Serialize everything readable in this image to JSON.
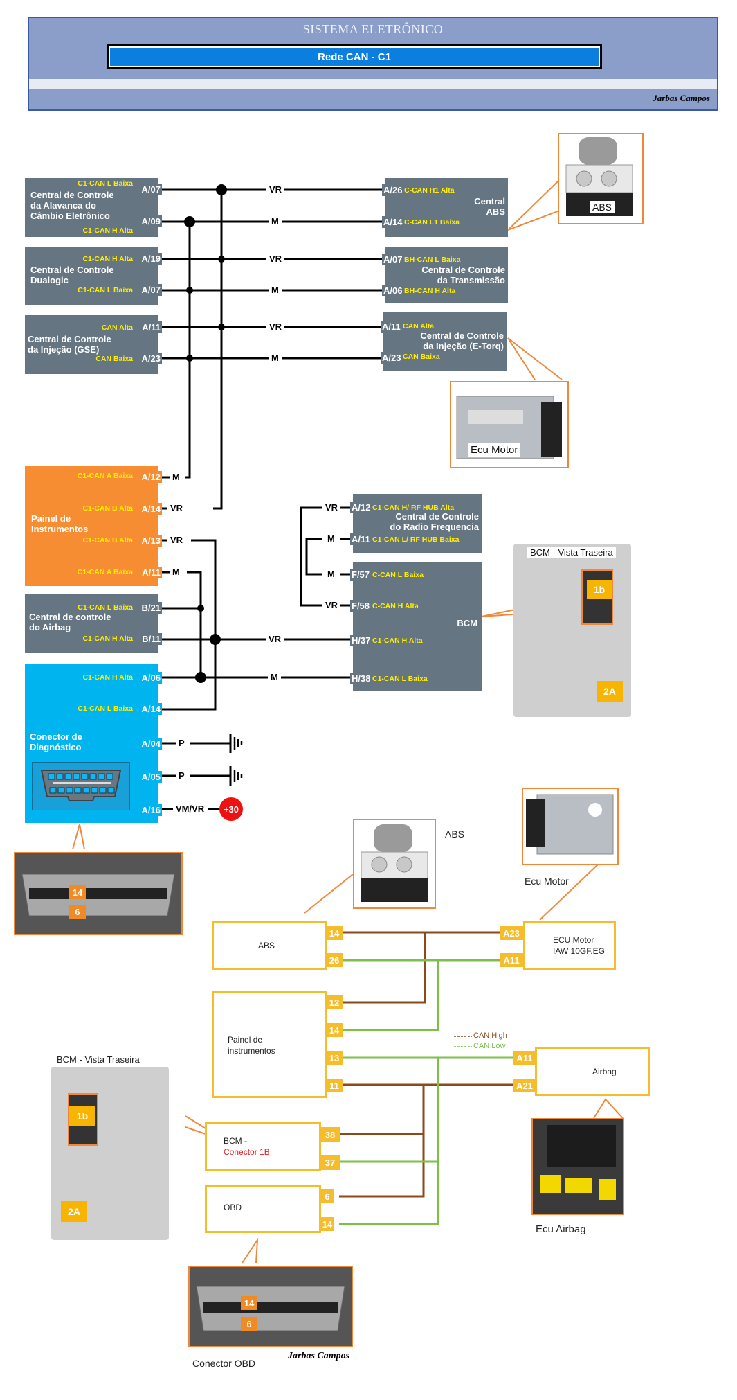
{
  "header": {
    "title": "SISTEMA ELETRÔNICO",
    "subtitle": "Rede CAN - C1",
    "author": "Jarbas Campos"
  },
  "wire_colors": {
    "vr": "VR",
    "m": "M",
    "p": "P",
    "vmvr": "VM/VR"
  },
  "colors": {
    "module_gray": "#657581",
    "module_orange": "#f68d33",
    "module_blue": "#00b4f0",
    "signal_yellow": "#ffee00",
    "can_high": "#8b4a1c",
    "can_low": "#7cc04a",
    "box_border": "#f5bd2b",
    "callout": "#f0883a",
    "battery_red": "#ee1111"
  },
  "left_modules": [
    {
      "name": "Central de Controle da Alavanca do Câmbio Eletrônico",
      "name_lines": [
        "Central de Controle",
        "da Alavanca do",
        "Câmbio Eletrônico"
      ],
      "pins": [
        {
          "pin": "A/07",
          "signal": "C1-CAN L Baixa",
          "wire": "VR"
        },
        {
          "pin": "A/09",
          "signal": "C1-CAN H Alta",
          "wire": "M"
        }
      ]
    },
    {
      "name": "Central de Controle Dualogic",
      "name_lines": [
        "Central de Controle",
        "Dualogic"
      ],
      "pins": [
        {
          "pin": "A/19",
          "signal": "C1-CAN H Alta",
          "wire": "VR"
        },
        {
          "pin": "A/07",
          "signal": "C1-CAN L Baixa",
          "wire": "M"
        }
      ]
    },
    {
      "name": "Central de Controle da Injeção (GSE)",
      "name_lines": [
        "Central de Controle",
        "da Injeção (GSE)"
      ],
      "pins": [
        {
          "pin": "A/11",
          "signal": "CAN Alta",
          "wire": "VR"
        },
        {
          "pin": "A/23",
          "signal": "CAN Baixa",
          "wire": "M"
        }
      ]
    },
    {
      "name": "Painel de Instrumentos",
      "name_lines": [
        "Painel de",
        "Instrumentos"
      ],
      "pins": [
        {
          "pin": "A/12",
          "signal": "C1-CAN A Baixa",
          "wire": "M"
        },
        {
          "pin": "A/14",
          "signal": "C1-CAN B Alta",
          "wire": "VR"
        },
        {
          "pin": "A/13",
          "signal": "C1-CAN B Alta",
          "wire": "VR"
        },
        {
          "pin": "A/11",
          "signal": "C1-CAN A Baixa",
          "wire": "M"
        }
      ]
    },
    {
      "name": "Central de controle do Airbag",
      "name_lines": [
        "Central de controle",
        "do Airbag"
      ],
      "pins": [
        {
          "pin": "B/21",
          "signal": "C1-CAN L Baixa"
        },
        {
          "pin": "B/11",
          "signal": "C1-CAN H Alta"
        }
      ]
    },
    {
      "name": "Conector de Diagnóstico",
      "name_lines": [
        "Conector de",
        "Diagnóstico"
      ],
      "pins": [
        {
          "pin": "A/06",
          "signal": "C1-CAN H Alta"
        },
        {
          "pin": "A/14",
          "signal": "C1-CAN L Baixa"
        },
        {
          "pin": "A/04",
          "signal": "",
          "wire": "P"
        },
        {
          "pin": "A/05",
          "signal": "",
          "wire": "P"
        },
        {
          "pin": "A/16",
          "signal": "",
          "wire": "VM/VR"
        }
      ]
    }
  ],
  "right_modules": [
    {
      "name": "Central ABS",
      "name_lines": [
        "Central",
        "ABS"
      ],
      "pins": [
        {
          "pin": "A/26",
          "signal": "C-CAN H1 Alta",
          "wire": "VR"
        },
        {
          "pin": "A/14",
          "signal": "C-CAN L1 Baixa",
          "wire": "M"
        }
      ]
    },
    {
      "name": "Central de Controle da Transmissão",
      "name_lines": [
        "Central de Controle",
        "da Transmissão"
      ],
      "pins": [
        {
          "pin": "A/07",
          "signal": "BH-CAN L Baixa",
          "wire": "VR"
        },
        {
          "pin": "A/06",
          "signal": "BH-CAN H Alta",
          "wire": "M"
        }
      ]
    },
    {
      "name": "Central de Controle da Injeção (E-Torq)",
      "name_lines": [
        "Central de Controle",
        "da Injeção (E-Torq)"
      ],
      "pins": [
        {
          "pin": "A/11",
          "signal": "CAN Alta",
          "wire": "VR"
        },
        {
          "pin": "A/23",
          "signal": "CAN Baixa",
          "wire": "M"
        }
      ]
    },
    {
      "name": "Central de Controle do Radio Frequencia",
      "name_lines": [
        "Central de Controle",
        "do Radio Frequencia"
      ],
      "pins": [
        {
          "pin": "A/12",
          "signal": "C1-CAN H/ RF HUB Alta",
          "wire": "VR"
        },
        {
          "pin": "A/11",
          "signal": "C1-CAN L/ RF HUB Baixa",
          "wire": "M"
        }
      ]
    },
    {
      "name": "BCM",
      "name_lines": [
        "BCM"
      ],
      "pins": [
        {
          "pin": "F/57",
          "signal": "C-CAN L Baixa",
          "wire": "M"
        },
        {
          "pin": "F/58",
          "signal": "C-CAN H Alta",
          "wire": "VR"
        },
        {
          "pin": "H/37",
          "signal": "C1-CAN H Alta",
          "wire": "VR"
        },
        {
          "pin": "H/38",
          "signal": "C1-CAN L Baixa",
          "wire": "M"
        }
      ]
    }
  ],
  "battery": {
    "label": "+30"
  },
  "photos": {
    "abs_top": {
      "caption": "ABS"
    },
    "ecu_motor_top": {
      "caption": "Ecu Motor"
    },
    "bcm_top": {
      "caption": "BCM - Vista Traseira",
      "tags": [
        "1b",
        "2A"
      ]
    },
    "obd_top": {
      "tags": [
        "14",
        "6"
      ]
    },
    "abs_bottom": {
      "caption": "ABS"
    },
    "ecu_motor_bottom": {
      "caption": "Ecu Motor"
    },
    "bcm_bottom": {
      "caption": "BCM - Vista Traseira",
      "tags": [
        "1b",
        "2A"
      ]
    },
    "ecu_airbag": {
      "caption": "Ecu Airbag"
    },
    "obd_bottom": {
      "caption": "Conector OBD",
      "tags": [
        "14",
        "6"
      ]
    }
  },
  "simplified": {
    "boxes": [
      {
        "id": "abs",
        "label_lines": [
          "ABS"
        ],
        "pins": [
          "14",
          "26"
        ]
      },
      {
        "id": "ecu",
        "label_lines": [
          "ECU Motor",
          "IAW 10GF.EG"
        ],
        "pins": [
          "A23",
          "A11"
        ]
      },
      {
        "id": "painel",
        "label_lines": [
          "Painel de",
          "instrumentos"
        ],
        "pins": [
          "12",
          "14",
          "13",
          "11"
        ]
      },
      {
        "id": "airbag",
        "label_lines": [
          "Airbag"
        ],
        "pins": [
          "A11",
          "A21"
        ]
      },
      {
        "id": "bcm",
        "label_lines": [
          "BCM -",
          "Conector 1B"
        ],
        "pins": [
          "38",
          "37"
        ]
      },
      {
        "id": "obd",
        "label_lines": [
          "OBD"
        ],
        "pins": [
          "6",
          "14"
        ]
      }
    ],
    "legend": [
      {
        "label": "CAN High",
        "color": "#8b4a1c"
      },
      {
        "label": "CAN Low",
        "color": "#7cc04a"
      }
    ]
  },
  "footer": {
    "author": "Jarbas Campos"
  }
}
